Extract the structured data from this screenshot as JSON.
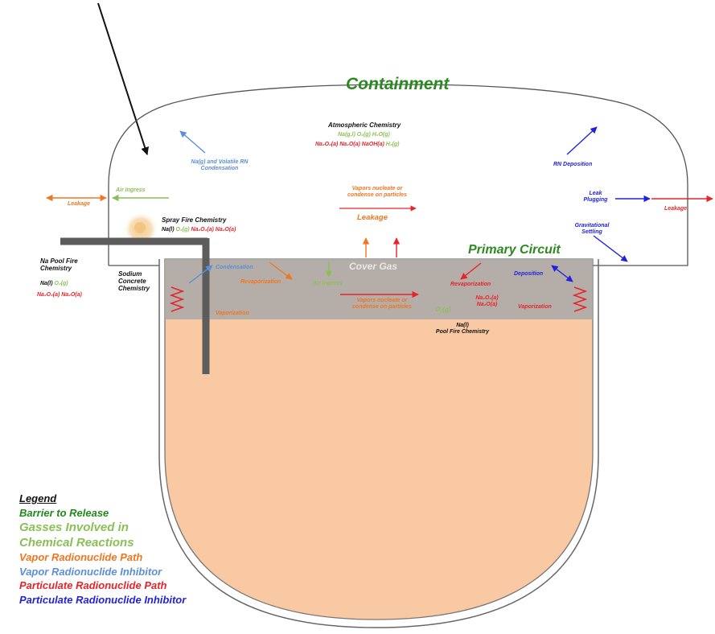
{
  "title": "Containment",
  "primary_circuit": "Primary Circuit",
  "cover_gas": "Cover Gas",
  "atmos": {
    "heading": "Atmospheric Chemistry",
    "gases": "Na(g,l) O₂(g) H₂O(g)",
    "products": "Na₂O₂(a) Na₂O(a) NaOH(a)",
    "h2": "H₂(g)"
  },
  "condensation": [
    "Na(g) and Volatile RN",
    "Condensation"
  ],
  "air_ingress_top": "Air Ingress",
  "leakage_left": "Leakage",
  "leakage_right": "Leakage",
  "leakage_center": "Leakage",
  "vapors_top": [
    "Vapors nucleate or",
    "condense on particles"
  ],
  "spray": {
    "heading": "Spray Fire Chemistry",
    "na": "Na(l)",
    "o2": "O₂(g)",
    "products": "Na₂O₂(a) Na₂O(a)"
  },
  "rn_deposition": "RN Deposition",
  "leak_plugging": [
    "Leak",
    "Plugging"
  ],
  "grav_settling": [
    "Gravitational",
    "Settling"
  ],
  "na_pool": {
    "heading": [
      "Na Pool Fire",
      "Chemistry"
    ],
    "na": "Na(l)",
    "o2": "O₂(g)",
    "products": "Na₂O₂(a) Na₂O(a)"
  },
  "sodium_concrete": [
    "Sodium",
    "Concrete",
    "Chemistry"
  ],
  "inner": {
    "condensation": "Condensation",
    "revaporization_left": "Revaporization",
    "air_ingress": "Air Ingress",
    "vaporization_left": "Vaporization",
    "vapors_inner": [
      "Vapors nucleate or",
      "condense on particles"
    ],
    "o2": "O₂(g)",
    "revaporization_right": "Revaporization",
    "deposition": "Deposition",
    "na2o2": [
      "Na₂O₂(a)",
      "Na₂O(a)"
    ],
    "vaporization_right": "Vaporization",
    "pool_fire": [
      "Na(l)",
      "Pool Fire Chemistry"
    ]
  },
  "legend": {
    "title": "Legend",
    "items": [
      {
        "label": "Barrier to Release",
        "color": "#1f8a1a"
      },
      {
        "label": "Gasses Involved in",
        "color": "#8bbf56"
      },
      {
        "label": "Chemical Reactions",
        "color": "#8bbf56"
      },
      {
        "label": "Vapor Radionuclide Path",
        "color": "#f07622"
      },
      {
        "label": "Vapor Radionuclide Inhibitor",
        "color": "#5b8fd6"
      },
      {
        "label": "Particulate Radionuclide Path",
        "color": "#e8242a"
      },
      {
        "label": "Particulate Radionuclide Inhibitor",
        "color": "#2222dd"
      }
    ]
  },
  "colors": {
    "sodium": "#f9c9a4",
    "cover_gas": "#a9a9a9",
    "barrier": "#1f8a1a"
  }
}
